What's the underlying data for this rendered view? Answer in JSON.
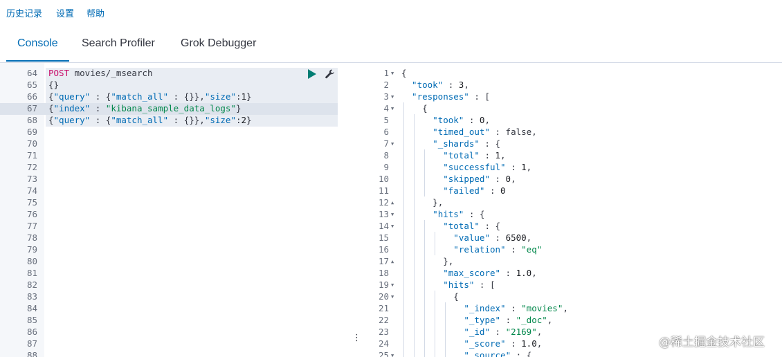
{
  "menu": {
    "history": "历史记录",
    "settings": "设置",
    "help": "帮助"
  },
  "tabs": [
    "Console",
    "Search Profiler",
    "Grok Debugger"
  ],
  "watermark": "@稀土掘金技术社区",
  "colors": {
    "accent": "#006bb4",
    "method": "#c80a68",
    "string": "#00874a",
    "run": "#017d73"
  },
  "request_editor": {
    "line_numbers": [
      "64",
      "65",
      "66",
      "67",
      "68",
      "69",
      "70",
      "71",
      "72",
      "73",
      "74",
      "75",
      "76",
      "77",
      "78",
      "79",
      "80",
      "81",
      "82",
      "83",
      "84",
      "85",
      "86",
      "87",
      "88"
    ],
    "lines": [
      [
        [
          "method",
          "POST"
        ],
        [
          "punc",
          " movies/_msearch"
        ]
      ],
      [
        [
          "punc",
          "{}"
        ]
      ],
      [
        [
          "punc",
          "{"
        ],
        [
          "key",
          "\"query\""
        ],
        [
          "punc",
          " : {"
        ],
        [
          "key",
          "\"match_all\""
        ],
        [
          "punc",
          " : {}},"
        ],
        [
          "key",
          "\"size\""
        ],
        [
          "punc",
          ":"
        ],
        [
          "num",
          "1"
        ],
        [
          "punc",
          "}"
        ]
      ],
      [
        [
          "punc",
          "{"
        ],
        [
          "key",
          "\"index\""
        ],
        [
          "punc",
          " : "
        ],
        [
          "str",
          "\"kibana_sample_data_logs\""
        ],
        [
          "punc",
          "}"
        ]
      ],
      [
        [
          "punc",
          "{"
        ],
        [
          "key",
          "\"query\""
        ],
        [
          "punc",
          " : {"
        ],
        [
          "key",
          "\"match_all\""
        ],
        [
          "punc",
          " : {}},"
        ],
        [
          "key",
          "\"size\""
        ],
        [
          "punc",
          ":"
        ],
        [
          "num",
          "2"
        ],
        [
          "punc",
          "}"
        ]
      ]
    ],
    "actions": {
      "run_icon": "play-icon",
      "settings_icon": "wrench-icon"
    }
  },
  "response_output": {
    "line_numbers": [
      "1",
      "2",
      "3",
      "4",
      "5",
      "6",
      "7",
      "8",
      "9",
      "10",
      "11",
      "12",
      "13",
      "14",
      "15",
      "16",
      "17",
      "18",
      "19",
      "20",
      "21",
      "22",
      "23",
      "24",
      "25"
    ],
    "folds": [
      "down",
      "",
      "down",
      "down",
      "",
      "",
      "down",
      "",
      "",
      "",
      "",
      "up",
      "down",
      "down",
      "",
      "",
      "up",
      "",
      "down",
      "down",
      "",
      "",
      "",
      "",
      "down"
    ],
    "lines": [
      [
        [
          "punc",
          "{"
        ]
      ],
      [
        [
          "key",
          "\"took\""
        ],
        [
          "punc",
          " : "
        ],
        [
          "num",
          "3"
        ],
        [
          "punc",
          ","
        ]
      ],
      [
        [
          "key",
          "\"responses\""
        ],
        [
          "punc",
          " : ["
        ]
      ],
      [
        [
          "punc",
          "{"
        ]
      ],
      [
        [
          "key",
          "\"took\""
        ],
        [
          "punc",
          " : "
        ],
        [
          "num",
          "0"
        ],
        [
          "punc",
          ","
        ]
      ],
      [
        [
          "key",
          "\"timed_out\""
        ],
        [
          "punc",
          " : "
        ],
        [
          "bool",
          "false"
        ],
        [
          "punc",
          ","
        ]
      ],
      [
        [
          "key",
          "\"_shards\""
        ],
        [
          "punc",
          " : {"
        ]
      ],
      [
        [
          "key",
          "\"total\""
        ],
        [
          "punc",
          " : "
        ],
        [
          "num",
          "1"
        ],
        [
          "punc",
          ","
        ]
      ],
      [
        [
          "key",
          "\"successful\""
        ],
        [
          "punc",
          " : "
        ],
        [
          "num",
          "1"
        ],
        [
          "punc",
          ","
        ]
      ],
      [
        [
          "key",
          "\"skipped\""
        ],
        [
          "punc",
          " : "
        ],
        [
          "num",
          "0"
        ],
        [
          "punc",
          ","
        ]
      ],
      [
        [
          "key",
          "\"failed\""
        ],
        [
          "punc",
          " : "
        ],
        [
          "num",
          "0"
        ]
      ],
      [
        [
          "punc",
          "},"
        ]
      ],
      [
        [
          "key",
          "\"hits\""
        ],
        [
          "punc",
          " : {"
        ]
      ],
      [
        [
          "key",
          "\"total\""
        ],
        [
          "punc",
          " : {"
        ]
      ],
      [
        [
          "key",
          "\"value\""
        ],
        [
          "punc",
          " : "
        ],
        [
          "num",
          "6500"
        ],
        [
          "punc",
          ","
        ]
      ],
      [
        [
          "key",
          "\"relation\""
        ],
        [
          "punc",
          " : "
        ],
        [
          "str",
          "\"eq\""
        ]
      ],
      [
        [
          "punc",
          "},"
        ]
      ],
      [
        [
          "key",
          "\"max_score\""
        ],
        [
          "punc",
          " : "
        ],
        [
          "num",
          "1.0"
        ],
        [
          "punc",
          ","
        ]
      ],
      [
        [
          "key",
          "\"hits\""
        ],
        [
          "punc",
          " : ["
        ]
      ],
      [
        [
          "punc",
          "{"
        ]
      ],
      [
        [
          "key",
          "\"_index\""
        ],
        [
          "punc",
          " : "
        ],
        [
          "str",
          "\"movies\""
        ],
        [
          "punc",
          ","
        ]
      ],
      [
        [
          "key",
          "\"_type\""
        ],
        [
          "punc",
          " : "
        ],
        [
          "str",
          "\"_doc\""
        ],
        [
          "punc",
          ","
        ]
      ],
      [
        [
          "key",
          "\"_id\""
        ],
        [
          "punc",
          " : "
        ],
        [
          "str",
          "\"2169\""
        ],
        [
          "punc",
          ","
        ]
      ],
      [
        [
          "key",
          "\"_score\""
        ],
        [
          "punc",
          " : "
        ],
        [
          "num",
          "1.0"
        ],
        [
          "punc",
          ","
        ]
      ],
      [
        [
          "key",
          "\"_source\""
        ],
        [
          "punc",
          " : {"
        ]
      ]
    ],
    "indents": [
      0,
      1,
      1,
      2,
      3,
      3,
      3,
      4,
      4,
      4,
      4,
      3,
      3,
      4,
      5,
      5,
      4,
      4,
      4,
      5,
      6,
      6,
      6,
      6,
      6
    ]
  }
}
